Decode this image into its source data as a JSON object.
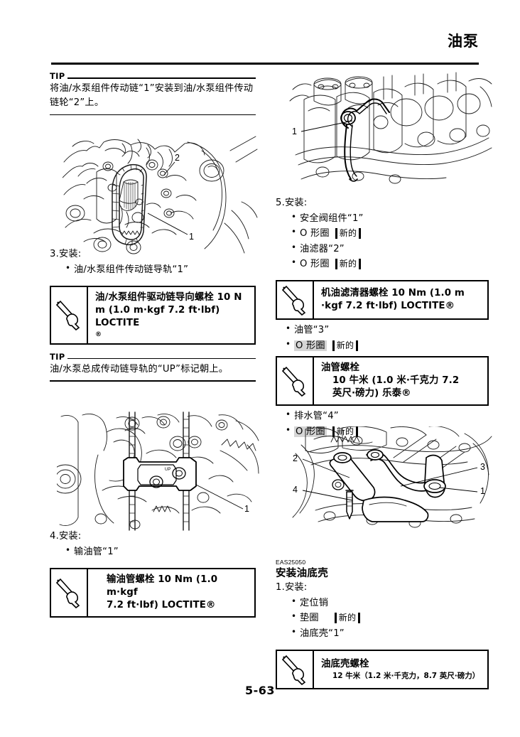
{
  "header": {
    "title": "油泵"
  },
  "footer": {
    "page_number": "5-63"
  },
  "left_column": {
    "tip1": {
      "label": "TIP",
      "body": "将油/水泵组件传动链“1”安装到油/水泵组件传动链轮“2”上。"
    },
    "figure1": {
      "name": "oil-water-pump-drive-chain-illustration",
      "callouts": [
        "2",
        "1"
      ]
    },
    "step3": {
      "heading": "3.安装:",
      "bullets": [
        {
          "text": "油/水泵组件传动链导轨“1”"
        }
      ],
      "spec": {
        "icon": "torque-wrench-icon",
        "line1": "油/水泵组件驱动链导向螺栓 10 N",
        "line2": "m (1.0 m·kgf  7.2 ft·lbf) LOCTITE",
        "line3": "®"
      }
    },
    "tip2": {
      "label": "TIP",
      "body": "油/水泵总成传动链导轨的“UP”标记朝上。"
    },
    "figure2": {
      "name": "chain-guide-installed-illustration",
      "callouts": [
        "1"
      ]
    },
    "step4": {
      "heading": "4.安装:",
      "bullets": [
        {
          "text": "输油管“1”"
        }
      ],
      "spec": {
        "icon": "torque-wrench-icon",
        "line1": "输油管螺栓 10 Nm (1.0 m·kgf",
        "line2": "7.2 ft·lbf) LOCTITE®"
      }
    }
  },
  "right_column": {
    "figure3": {
      "name": "relief-valve-assembly-illustration",
      "callouts": [
        "1"
      ]
    },
    "step5": {
      "heading": "5.安装:",
      "bullets": [
        {
          "text": "安全阀组件“1”",
          "tag": null,
          "highlight": false
        },
        {
          "text": "O 形圈",
          "tag": "新的",
          "highlight": false
        },
        {
          "text": "油滤器“2”",
          "tag": null,
          "highlight": false
        },
        {
          "text": "O 形圈",
          "tag": "新的",
          "highlight": false
        }
      ],
      "spec_oil_filter": {
        "icon": "torque-wrench-icon",
        "line1": "机油滤清器螺栓 10 Nm (1.0 m",
        "line2": "·kgf  7.2 ft·lbf) LOCTITE®"
      },
      "bullets2": [
        {
          "text": "油管“3”",
          "tag": null,
          "highlight": false
        },
        {
          "text": "O 形圈",
          "tag": "新的",
          "highlight": true
        }
      ],
      "spec_oil_pipe": {
        "icon": "torque-wrench-icon",
        "line1": "油管螺栓",
        "line2": "10 牛米 (1.0 米·千克力  7.2",
        "line3": "英尺·磅力) 乐泰®"
      },
      "bullets3": [
        {
          "text": "排水管“4”",
          "tag": null,
          "highlight": false
        },
        {
          "text": "O 形圈",
          "tag": "新的",
          "highlight": true
        }
      ]
    },
    "figure4": {
      "name": "oil-pipe-routing-illustration",
      "callouts": [
        "2",
        "4",
        "3",
        "1"
      ]
    },
    "section": {
      "eas_number": "EAS25050",
      "title": "安装油底壳",
      "step1_heading": "1.安装:",
      "bullets": [
        {
          "text": "定位销",
          "tag": null
        },
        {
          "text": "垫圈",
          "tag": "新的"
        },
        {
          "text": "油底壳“1”",
          "tag": null
        }
      ],
      "spec_oil_pan": {
        "icon": "torque-wrench-icon",
        "line1": "油底壳螺栓",
        "line2": "12 牛米（1.2 米·千克力，8.7 英尺·磅力）"
      }
    }
  }
}
